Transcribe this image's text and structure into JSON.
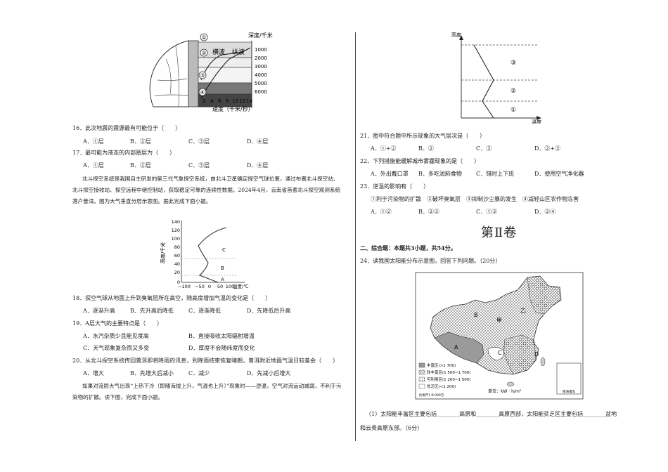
{
  "left": {
    "fig_earth": {
      "depth_label": "深度/千米",
      "depth_ticks": [
        "1000",
        "2000",
        "3000",
        "4000",
        "5000",
        "6000"
      ],
      "speed_ticks": [
        "2",
        "4",
        "6",
        "8",
        "10",
        "12",
        "14"
      ],
      "speed_label": "速度（千米/秒）",
      "wave1": "横波",
      "wave2": "纵波",
      "markers": [
        "①",
        "②",
        "③",
        "④"
      ]
    },
    "q16": {
      "stem": "16．此次地震的震源最有可能位于（　　）",
      "opts": [
        "A．①层",
        "B．②层",
        "C．③层",
        "D．④层"
      ]
    },
    "q17": {
      "stem": "17．最可能为液态的内部圈层为（　　）",
      "opts": [
        "A．①层",
        "B．②层",
        "C．③层",
        "D．④层"
      ]
    },
    "intro": "北斗探空系统是我国自主研发的第三代气象探空系统，由北斗卫星确定探空气球位置，通过布置北斗探空站、北斗探空接收站、探空远程中继控制站，获取稳定可靠的连续性数据。2024年4月，云南省首套北斗探空观测系统落户普洱。图为大气垂直分层示意图。据此完成下面小题。",
    "fig_atm": {
      "ylabel": "高度/千米",
      "yticks": [
        "140",
        "120",
        "100",
        "80",
        "60",
        "40",
        "20",
        "0"
      ],
      "xticks": [
        "−100",
        "−50",
        "0",
        "50",
        "100"
      ],
      "xlabel": "温度/℃",
      "layers": [
        "C",
        "B",
        "A"
      ]
    },
    "q18": {
      "stem": "18．探空气球从地面上升到臭氧层所在高空，随高度增加气温的变化是（　　）",
      "opts": [
        "A．逐渐升高",
        "B．先升高后降低",
        "C．逐渐降低",
        "D．先降低后升高"
      ]
    },
    "q19": {
      "stem": "19．A层大气的主要特点是（　　）",
      "opts": [
        "A．水汽杂质少且能见度高",
        "B．直接吸收太阳辐射增温",
        "C．天气现象复杂而又多变",
        "D．厚度不会随纬度而变化"
      ]
    },
    "q20": {
      "stem": "20．从北斗探空系统传回普洱即将降雨的讯息，到降雨结束恢复晴朗，普洱附近地面气温日较差会（　　）",
      "opts": [
        "A．增大",
        "B．先增大后减小",
        "C．减少",
        "D．先减小后增大"
      ]
    },
    "intro2": "如果对流层大气出现“上热下冷（即随海拔上升，气温也上升）”现象时——逆温，空气对流运动减弱，不利于污染物的扩散。读下图，完成下面小题。"
  },
  "right": {
    "fig_inv": {
      "ylabel": "高度",
      "xlabel": "温度",
      "markers": [
        "③",
        "②",
        "①"
      ]
    },
    "q21": {
      "stem": "21．图中符合题中所示现象的大气层次是（　　）",
      "opts": [
        "A．①+②",
        "B．②",
        "C．③",
        "D．②+③"
      ]
    },
    "q22": {
      "stem": "22．下列措施能缓解城市雾霾现象的是（　　）",
      "opts": [
        "A．外出戴口罩",
        "B．多吃润肺食物",
        "C．错时上下班",
        "D．使用空气净化器"
      ]
    },
    "q23": {
      "stem": "23．逆温的影响有（　　）",
      "items": "①利于污染物的扩散　②破坏臭氧层　③抑制沙尘暴的发生　④减轻山区农作物冻害",
      "opts": [
        "A．①②",
        "B．②③",
        "C．①③",
        "D．②④"
      ]
    },
    "section": "第Ⅱ卷",
    "part2": "二、综合题：本题共3小题，共54分。",
    "q24": "24．读我国太阳能分布示意图，回答下列问题。（20分）",
    "map": {
      "legend": [
        "丰富区(>1 700)",
        "较丰富区(1 500~1 700)",
        "可利用区(1 200~1 500)",
        "贫乏区(<1 200)"
      ],
      "unit": "单位：kW · h/m²",
      "scale": "比例尺1:8 000万",
      "inset": "南海诸岛",
      "labels": [
        "A",
        "B",
        "C",
        "D",
        "甲",
        "乙"
      ]
    },
    "q24_1a": "（1）太阳能丰富区主要包括________高原和________高原西部，太阳能贫乏区主要包括________盆地",
    "q24_1b": "和云贵高原东部。（6分）"
  }
}
